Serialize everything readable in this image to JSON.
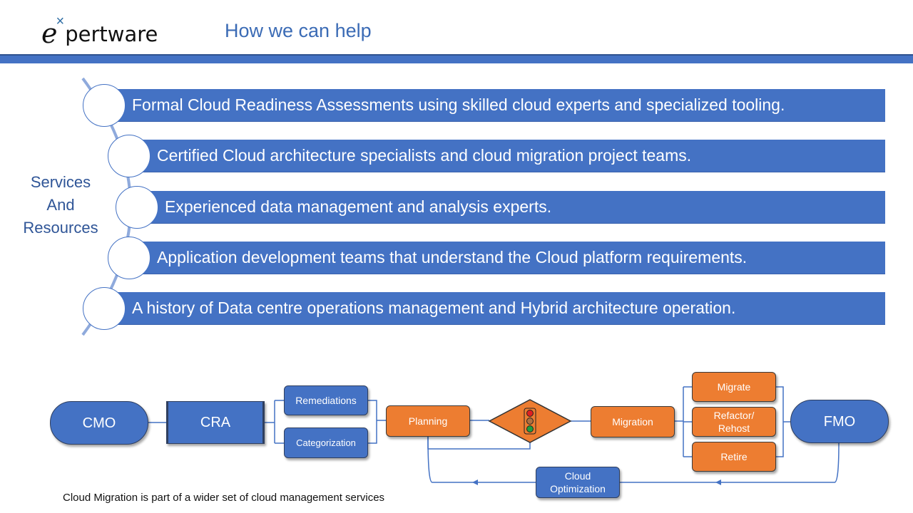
{
  "header": {
    "logo_text": "expertware",
    "logo_e": "e",
    "logo_x": "×",
    "logo_rest": "pertware",
    "title": "How we can help"
  },
  "services": {
    "label_lines": [
      "Services",
      "And",
      "Resources"
    ],
    "items": [
      "Formal Cloud Readiness Assessments using skilled cloud experts and specialized tooling.",
      "Certified Cloud architecture specialists and cloud migration project teams.",
      "Experienced data management and analysis experts.",
      "Application development teams that understand the Cloud platform requirements.",
      "A history of Data centre operations management and Hybrid architecture operation."
    ]
  },
  "flow": {
    "cmo": "CMO",
    "cra": "CRA",
    "remediations": "Remediations",
    "categorization": "Categorization",
    "planning": "Planning",
    "gate_icon": "traffic-light-icon",
    "migration": "Migration",
    "migrate": "Migrate",
    "refactor_l1": "Refactor/",
    "refactor_l2": "Rehost",
    "retire": "Retire",
    "fmo": "FMO",
    "opt_l1": "Cloud",
    "opt_l2": "Optimization"
  },
  "caption": "Cloud Migration is part of a wider set of cloud management services",
  "colors": {
    "blue": "#4472c4",
    "orange": "#ed7d31",
    "title": "#3b6bb5"
  }
}
